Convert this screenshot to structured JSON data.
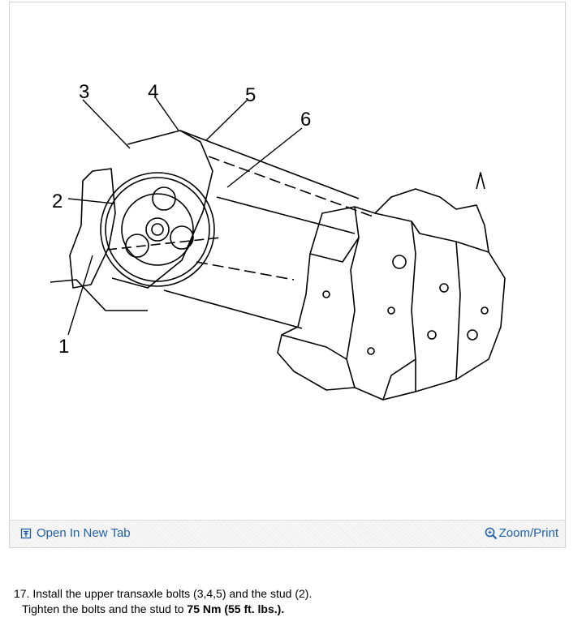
{
  "figure": {
    "callouts": [
      "1",
      "2",
      "3",
      "4",
      "5",
      "6"
    ],
    "toolbar": {
      "open_label": "Open In New Tab",
      "open_icon": "open-new-tab-icon",
      "zoom_label": "Zoom/Print",
      "zoom_icon": "magnifier-icon"
    }
  },
  "caption": {
    "step_number": "17.",
    "line1": "Install the upper transaxle bolts (3,4,5) and the stud (2).",
    "line2_prefix": "Tighten the bolts and the stud to",
    "line2_value": "75 Nm (55 ft. lbs.)."
  },
  "colors": {
    "link": "#2060a8",
    "frame_border": "#d2d2d2"
  }
}
